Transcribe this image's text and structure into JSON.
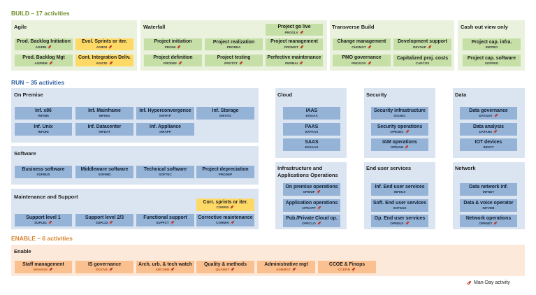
{
  "sections": {
    "build": "BUILD – 17 activities",
    "run": "RUN – 35 activities",
    "enable": "ENABLE – 6 activities"
  },
  "panels": {
    "agile": "Agile",
    "waterfall": "Waterfall",
    "transverse": "Transverse Build",
    "cashout": "Cash out view only",
    "onpremise": "On Premise",
    "software": "Software",
    "maintenance": "Maintenance and Support",
    "cloud": "Cloud",
    "security": "Security",
    "data": "Data",
    "infraops": "Infrastructure and\nApplications Operations",
    "enduser": "End user services",
    "network": "Network",
    "enable": "Enable"
  },
  "boxes": {
    "agipbi": {
      "label": "Prod. Backlog Initiation",
      "code": "AGIPBI",
      "rocket": true
    },
    "agiesi": {
      "label": "Evol. Sprints or iter.",
      "code": "AGIESI",
      "rocket": true
    },
    "agipbm": {
      "label": "Prod. Backlog Mgt",
      "code": "AGIPBM",
      "rocket": true
    },
    "agicid": {
      "label": "Cont. Integration Deliv.",
      "code": "AGICID",
      "rocket": true
    },
    "proini": {
      "label": "Project initiation",
      "code": "PROINI",
      "rocket": true
    },
    "proder": {
      "label": "Project definition",
      "code": "PRODEF",
      "rocket": true
    },
    "proreal": {
      "label": "Project realization",
      "code": "PROREA",
      "rocket": false
    },
    "protst": {
      "label": "Project testing",
      "code": "PROTST",
      "rocket": true
    },
    "progolive": {
      "label": "Project go live",
      "code": "PROGLV",
      "rocket": true
    },
    "promgt": {
      "label": "Project management",
      "code": "PROMGT",
      "rocket": true
    },
    "permai": {
      "label": "Perfective maintenance",
      "code": "PERMAI",
      "rocket": true
    },
    "chgmgt": {
      "label": "Change management",
      "code": "CHGMGT",
      "rocket": true
    },
    "devsup": {
      "label": "Development support",
      "code": "DEVSUP",
      "rocket": true
    },
    "pmogov": {
      "label": "PMO governance",
      "code": "PMOGOV",
      "rocket": true
    },
    "capcos": {
      "label": "Capitalized proj. costs",
      "code": "CAPCOS",
      "rocket": false
    },
    "infpro": {
      "label": "Project cap. infra.",
      "code": "INFPRO",
      "rocket": false
    },
    "sofpro": {
      "label": "Project cap. software",
      "code": "SOFPRO",
      "rocket": false
    },
    "infx86": {
      "label": "Inf. x86",
      "code": "INFX86",
      "rocket": false
    },
    "infmai": {
      "label": "Inf. Mainframe",
      "code": "INFMAI",
      "rocket": false
    },
    "infhyp": {
      "label": "Inf. Hyperconvergence",
      "code": "INFHYP",
      "rocket": false
    },
    "infsto": {
      "label": "Inf. Storage",
      "code": "INFSTO",
      "rocket": false
    },
    "infuni": {
      "label": "Inf. Unix",
      "code": "INFUNI",
      "rocket": false
    },
    "infdat": {
      "label": "Inf. Datacenter",
      "code": "INFDAT",
      "rocket": false
    },
    "infapp": {
      "label": "Inf. Appliance",
      "code": "INFAPP",
      "rocket": false
    },
    "sofbus": {
      "label": "Business software",
      "code": "SOFBUS",
      "rocket": false
    },
    "sofmid": {
      "label": "Middleware software",
      "code": "SOFMID",
      "rocket": false
    },
    "softec": {
      "label": "Technical software",
      "code": "SOFTEC",
      "rocket": false
    },
    "prodep": {
      "label": "Project depreciation",
      "code": "PRODEP",
      "rocket": false
    },
    "corrsi": {
      "label": "Corr. sprints or iter.",
      "code": "CORRSI",
      "rocket": true
    },
    "supl1": {
      "label": "Support level 1",
      "code": "SUPLE1",
      "rocket": true
    },
    "supl23": {
      "label": "Support level 2/3",
      "code": "SUPL23",
      "rocket": true
    },
    "supfct": {
      "label": "Functional support",
      "code": "SUPFCT",
      "rocket": true
    },
    "cormai": {
      "label": "Corrective maintenance",
      "code": "CORMAI",
      "rocket": true
    },
    "iaas": {
      "label": "IAAS",
      "code": "EXIAAS",
      "rocket": false
    },
    "paas": {
      "label": "PAAS",
      "code": "EXPAAS",
      "rocket": false
    },
    "saas": {
      "label": "SAAS",
      "code": "EXSAAS",
      "rocket": false
    },
    "isasec": {
      "label": "Security infrastructure",
      "code": "ISASEC",
      "rocket": false
    },
    "opesec": {
      "label": "Security operations",
      "code": "OPESEC",
      "rocket": true
    },
    "opeiam": {
      "label": "IAM operations",
      "code": "OPEIAM",
      "rocket": true
    },
    "datgov": {
      "label": "Data governance",
      "code": "DATGOV",
      "rocket": true
    },
    "datana": {
      "label": "Data analysis",
      "code": "DATANA",
      "rocket": true
    },
    "infiot": {
      "label": "IOT devices",
      "code": "INFIOT",
      "rocket": false
    },
    "openif": {
      "label": "On premise operations",
      "code": "OPENIF",
      "rocket": true
    },
    "opeapp": {
      "label": "Application operations",
      "code": "OPEAPP",
      "rocket": true
    },
    "opeclo": {
      "label": "Pub./Private Cloud op.",
      "code": "OPECLO",
      "rocket": true
    },
    "infeus": {
      "label": "Inf. End user services",
      "code": "INFEUS",
      "rocket": false
    },
    "sofeus": {
      "label": "Soft. End user services",
      "code": "SOFEUS",
      "rocket": false
    },
    "opeeus": {
      "label": "Op. End user services",
      "code": "OPEEUS",
      "rocket": true
    },
    "infnet": {
      "label": "Data network inf.",
      "code": "INFNET",
      "rocket": false
    },
    "infvdb": {
      "label": "Data & voice operator",
      "code": "INFVDB",
      "rocket": false
    },
    "openet": {
      "label": "Network operations",
      "code": "OPENET",
      "rocket": true
    },
    "manage": {
      "label": "Staff management",
      "code": "MANAGE",
      "rocket": true
    },
    "isgove": {
      "label": "IS governance",
      "code": "ISGOVE",
      "rocket": true
    },
    "arcurb": {
      "label": "Arch. urb. & tech watch",
      "code": "ARCURB",
      "rocket": true
    },
    "quamet": {
      "label": "Quality & methods",
      "code": "QUAMET",
      "rocket": true
    },
    "admmgt": {
      "label": "Administrative mgt",
      "code": "ADMMGT",
      "rocket": true
    },
    "ccefin": {
      "label": "CCOE & Finops",
      "code": "CCEFIN",
      "rocket": true
    }
  },
  "legend": {
    "label": "Man-Day activity"
  },
  "colors": {
    "rocket": "#c0392b",
    "build": "#6f8f2a",
    "run": "#2f5f9e",
    "enable": "#d9822b"
  }
}
